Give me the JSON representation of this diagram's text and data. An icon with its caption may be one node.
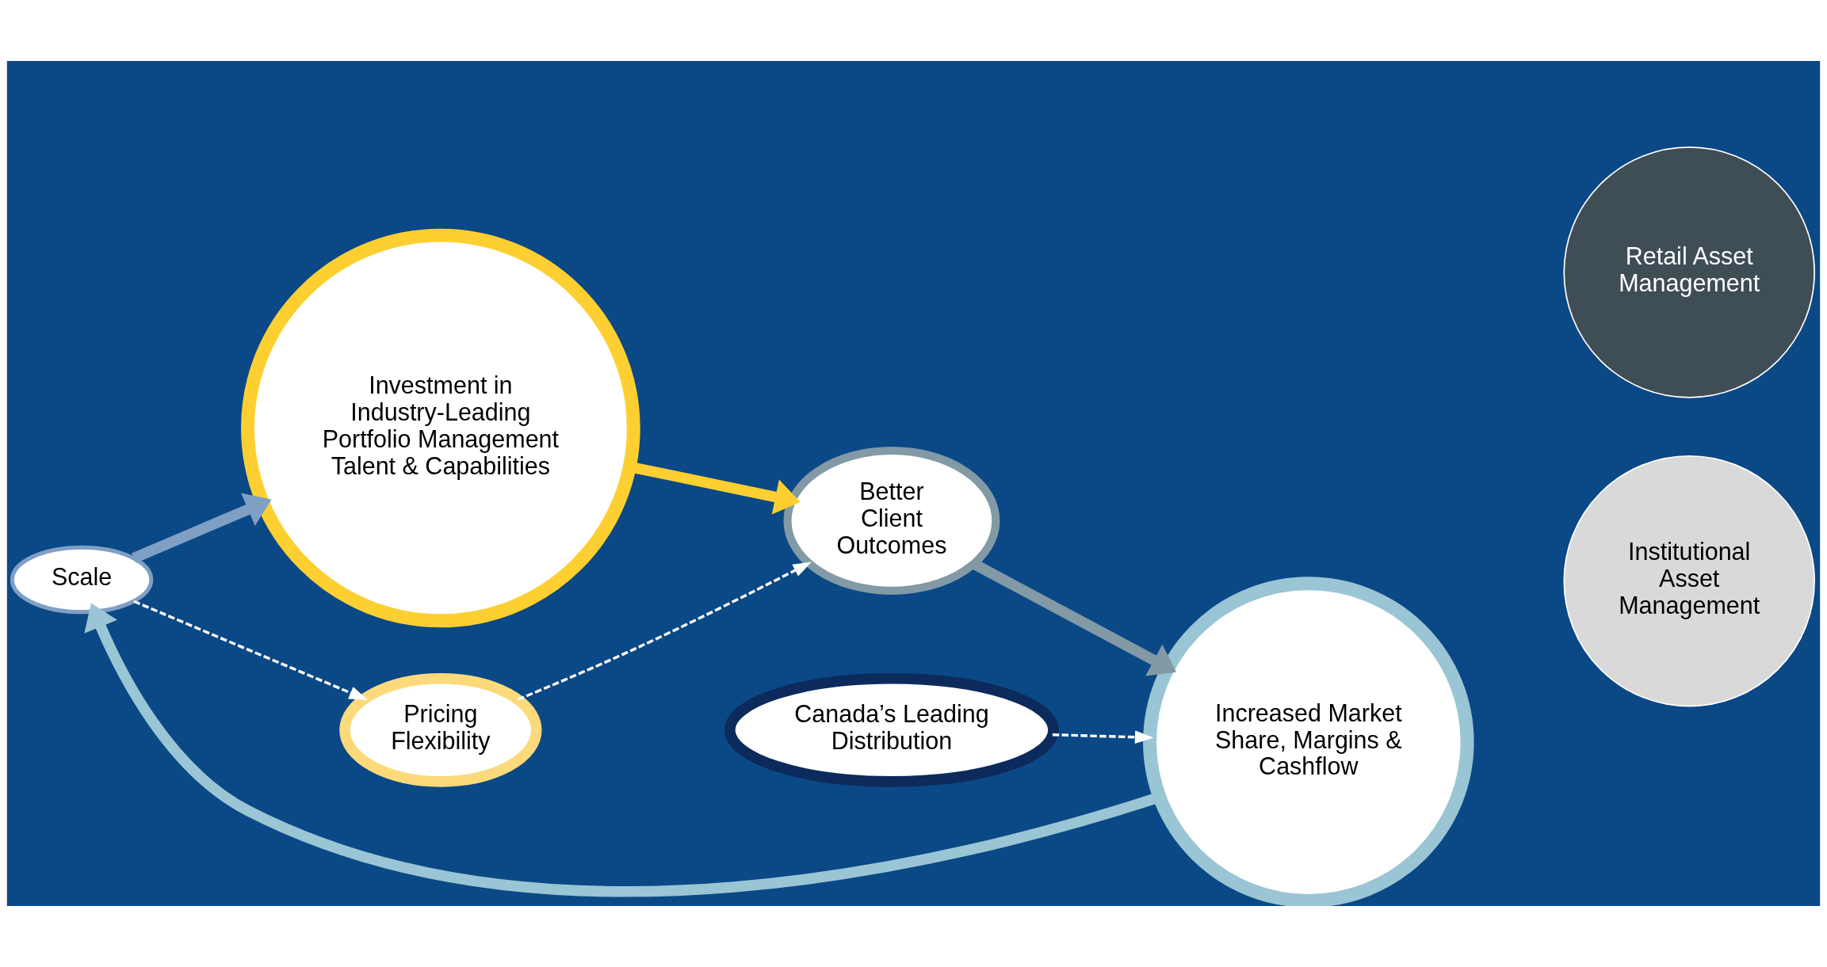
{
  "diagram": {
    "nodes": [
      {
        "text": [
          "Scale"
        ]
      },
      {
        "text": [
          "Investment in Industry-Leading Portfolio Management Talent & Capabilities"
        ]
      },
      {
        "text": [
          "Better Client Outcomes"
        ]
      },
      {
        "text": [
          "Increased Market Share, Margins & Cashflow"
        ]
      },
      {
        "text": [
          "Retail Asset Management"
        ]
      },
      {
        "text": [
          "Institutional Asset Management"
        ]
      },
      {
        "text": [
          "Pricing Flexibility"
        ]
      },
      {
        "text": [
          "Canada’s Leading Distribution"
        ]
      }
    ],
    "edges": [
      {
        "from": 3,
        "to": 0,
        "arrow": "to",
        "color": "#9ac5d4"
      },
      {
        "from": 0,
        "to": 1,
        "arrow": "to",
        "color": "#7f9fc4"
      },
      {
        "from": 1,
        "to": 2,
        "arrow": "to",
        "color": "#fdcf30"
      },
      {
        "from": 2,
        "to": 3,
        "arrow": "to",
        "color": "#8299a6"
      },
      {
        "from": 0,
        "to": 6,
        "arrow": "to",
        "style": "dashed"
      },
      {
        "from": 6,
        "to": 2,
        "arrow": "to",
        "style": "dashed"
      },
      {
        "from": 7,
        "to": 3,
        "arrow": "to",
        "style": "dashed"
      }
    ]
  }
}
